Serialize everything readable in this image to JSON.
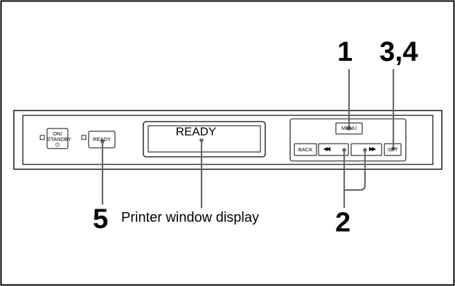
{
  "callouts": {
    "one": "1",
    "three_four": "3,4",
    "five": "5",
    "two": "2"
  },
  "caption": "Printer window display",
  "lcd_text": "READY",
  "buttons": {
    "on_standby_line1": "ON/",
    "on_standby_line2": "STANDBY",
    "on_standby_symbol": "⏻",
    "ready": "READY",
    "menu": "MENU",
    "back": "BACK",
    "rewind_symbol": "◀◀",
    "forward_symbol": "▶▶",
    "set": "SET"
  }
}
